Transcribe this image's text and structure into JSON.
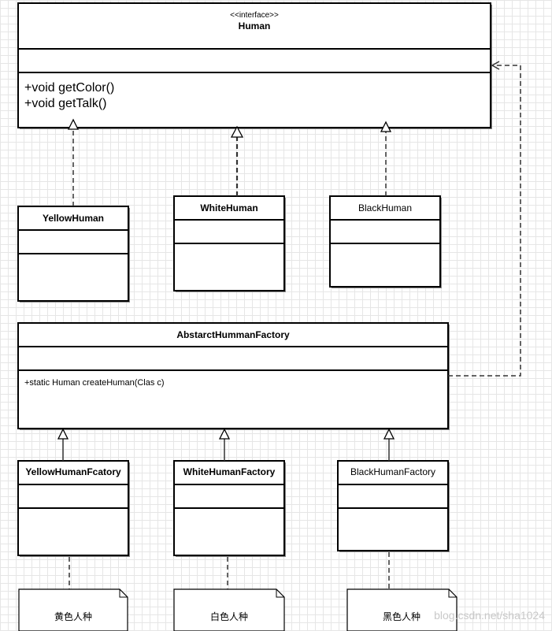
{
  "interface": {
    "stereotype": "<<interface>>",
    "name": "Human",
    "methods": [
      "+void getColor()",
      "+void getTalk()"
    ]
  },
  "classes": {
    "yellow": "YellowHuman",
    "white": "WhiteHuman",
    "black": "BlackHuman"
  },
  "factory": {
    "name": "AbstarctHummanFactory",
    "method": "+static  Human createHuman(Clas c)"
  },
  "factories": {
    "yellow": "YellowHumanFcatory",
    "white": "WhiteHumanFactory",
    "black": "BlackHumanFactory"
  },
  "notes": {
    "yellow": "黄色人种",
    "white": "白色人种",
    "black": "黑色人种"
  },
  "watermark": "blog.csdn.net/sha1024",
  "colors": {
    "line": "#000000",
    "grid": "#e6e6e6",
    "shadow": "#888888",
    "watermark": "#c9c9c9"
  }
}
